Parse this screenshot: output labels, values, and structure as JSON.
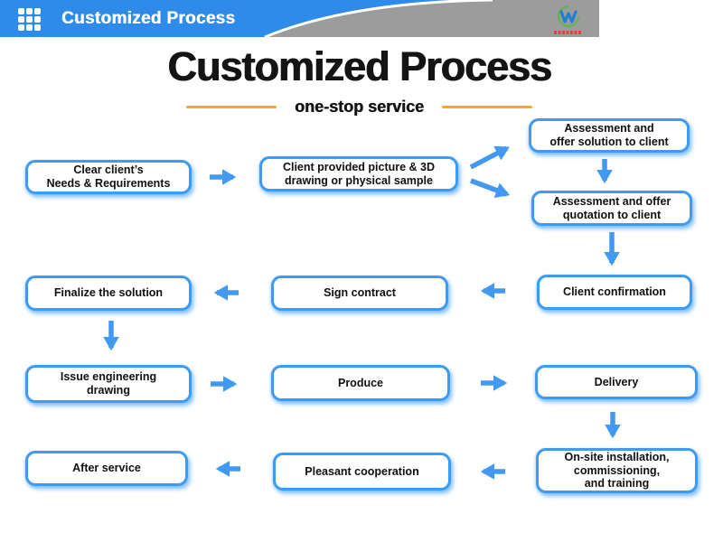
{
  "header": {
    "title": "Customized Process"
  },
  "title": "Customized Process",
  "subtitle": "one-stop service",
  "colors": {
    "header_blue": "#2E8BE9",
    "header_gray": "#9C9C9C",
    "box_border_blue": "#3D9BF3",
    "arrow_blue": "#4299F2",
    "accent_orange": "#F9A728",
    "logo_green": "#57B947",
    "logo_blue": "#1F7FD0",
    "logo_red": "#E04040"
  },
  "flow": {
    "nodes": [
      {
        "id": "clear-needs",
        "label": "Clear client’s\nNeeds & Requirements"
      },
      {
        "id": "client-provided",
        "label": "Client provided picture & 3D\ndrawing or physical sample"
      },
      {
        "id": "assess-solution",
        "label": "Assessment and\noffer solution to client"
      },
      {
        "id": "assess-quotation",
        "label": "Assessment and offer\nquotation to client"
      },
      {
        "id": "client-confirmation",
        "label": "Client confirmation"
      },
      {
        "id": "sign-contract",
        "label": "Sign contract"
      },
      {
        "id": "finalize-solution",
        "label": "Finalize the solution"
      },
      {
        "id": "issue-drawing",
        "label": "Issue engineering\ndrawing"
      },
      {
        "id": "produce",
        "label": "Produce"
      },
      {
        "id": "delivery",
        "label": "Delivery"
      },
      {
        "id": "onsite-install",
        "label": "On-site installation,\ncommissioning,\nand training"
      },
      {
        "id": "pleasant-coop",
        "label": "Pleasant cooperation"
      },
      {
        "id": "after-service",
        "label": "After service"
      }
    ],
    "edges": [
      {
        "from": "clear-needs",
        "to": "client-provided"
      },
      {
        "from": "client-provided",
        "to": "assess-solution"
      },
      {
        "from": "client-provided",
        "to": "assess-quotation"
      },
      {
        "from": "assess-solution",
        "to": "assess-quotation"
      },
      {
        "from": "assess-quotation",
        "to": "client-confirmation"
      },
      {
        "from": "client-confirmation",
        "to": "sign-contract"
      },
      {
        "from": "sign-contract",
        "to": "finalize-solution"
      },
      {
        "from": "finalize-solution",
        "to": "issue-drawing"
      },
      {
        "from": "issue-drawing",
        "to": "produce"
      },
      {
        "from": "produce",
        "to": "delivery"
      },
      {
        "from": "delivery",
        "to": "onsite-install"
      },
      {
        "from": "onsite-install",
        "to": "pleasant-coop"
      },
      {
        "from": "pleasant-coop",
        "to": "after-service"
      }
    ]
  }
}
